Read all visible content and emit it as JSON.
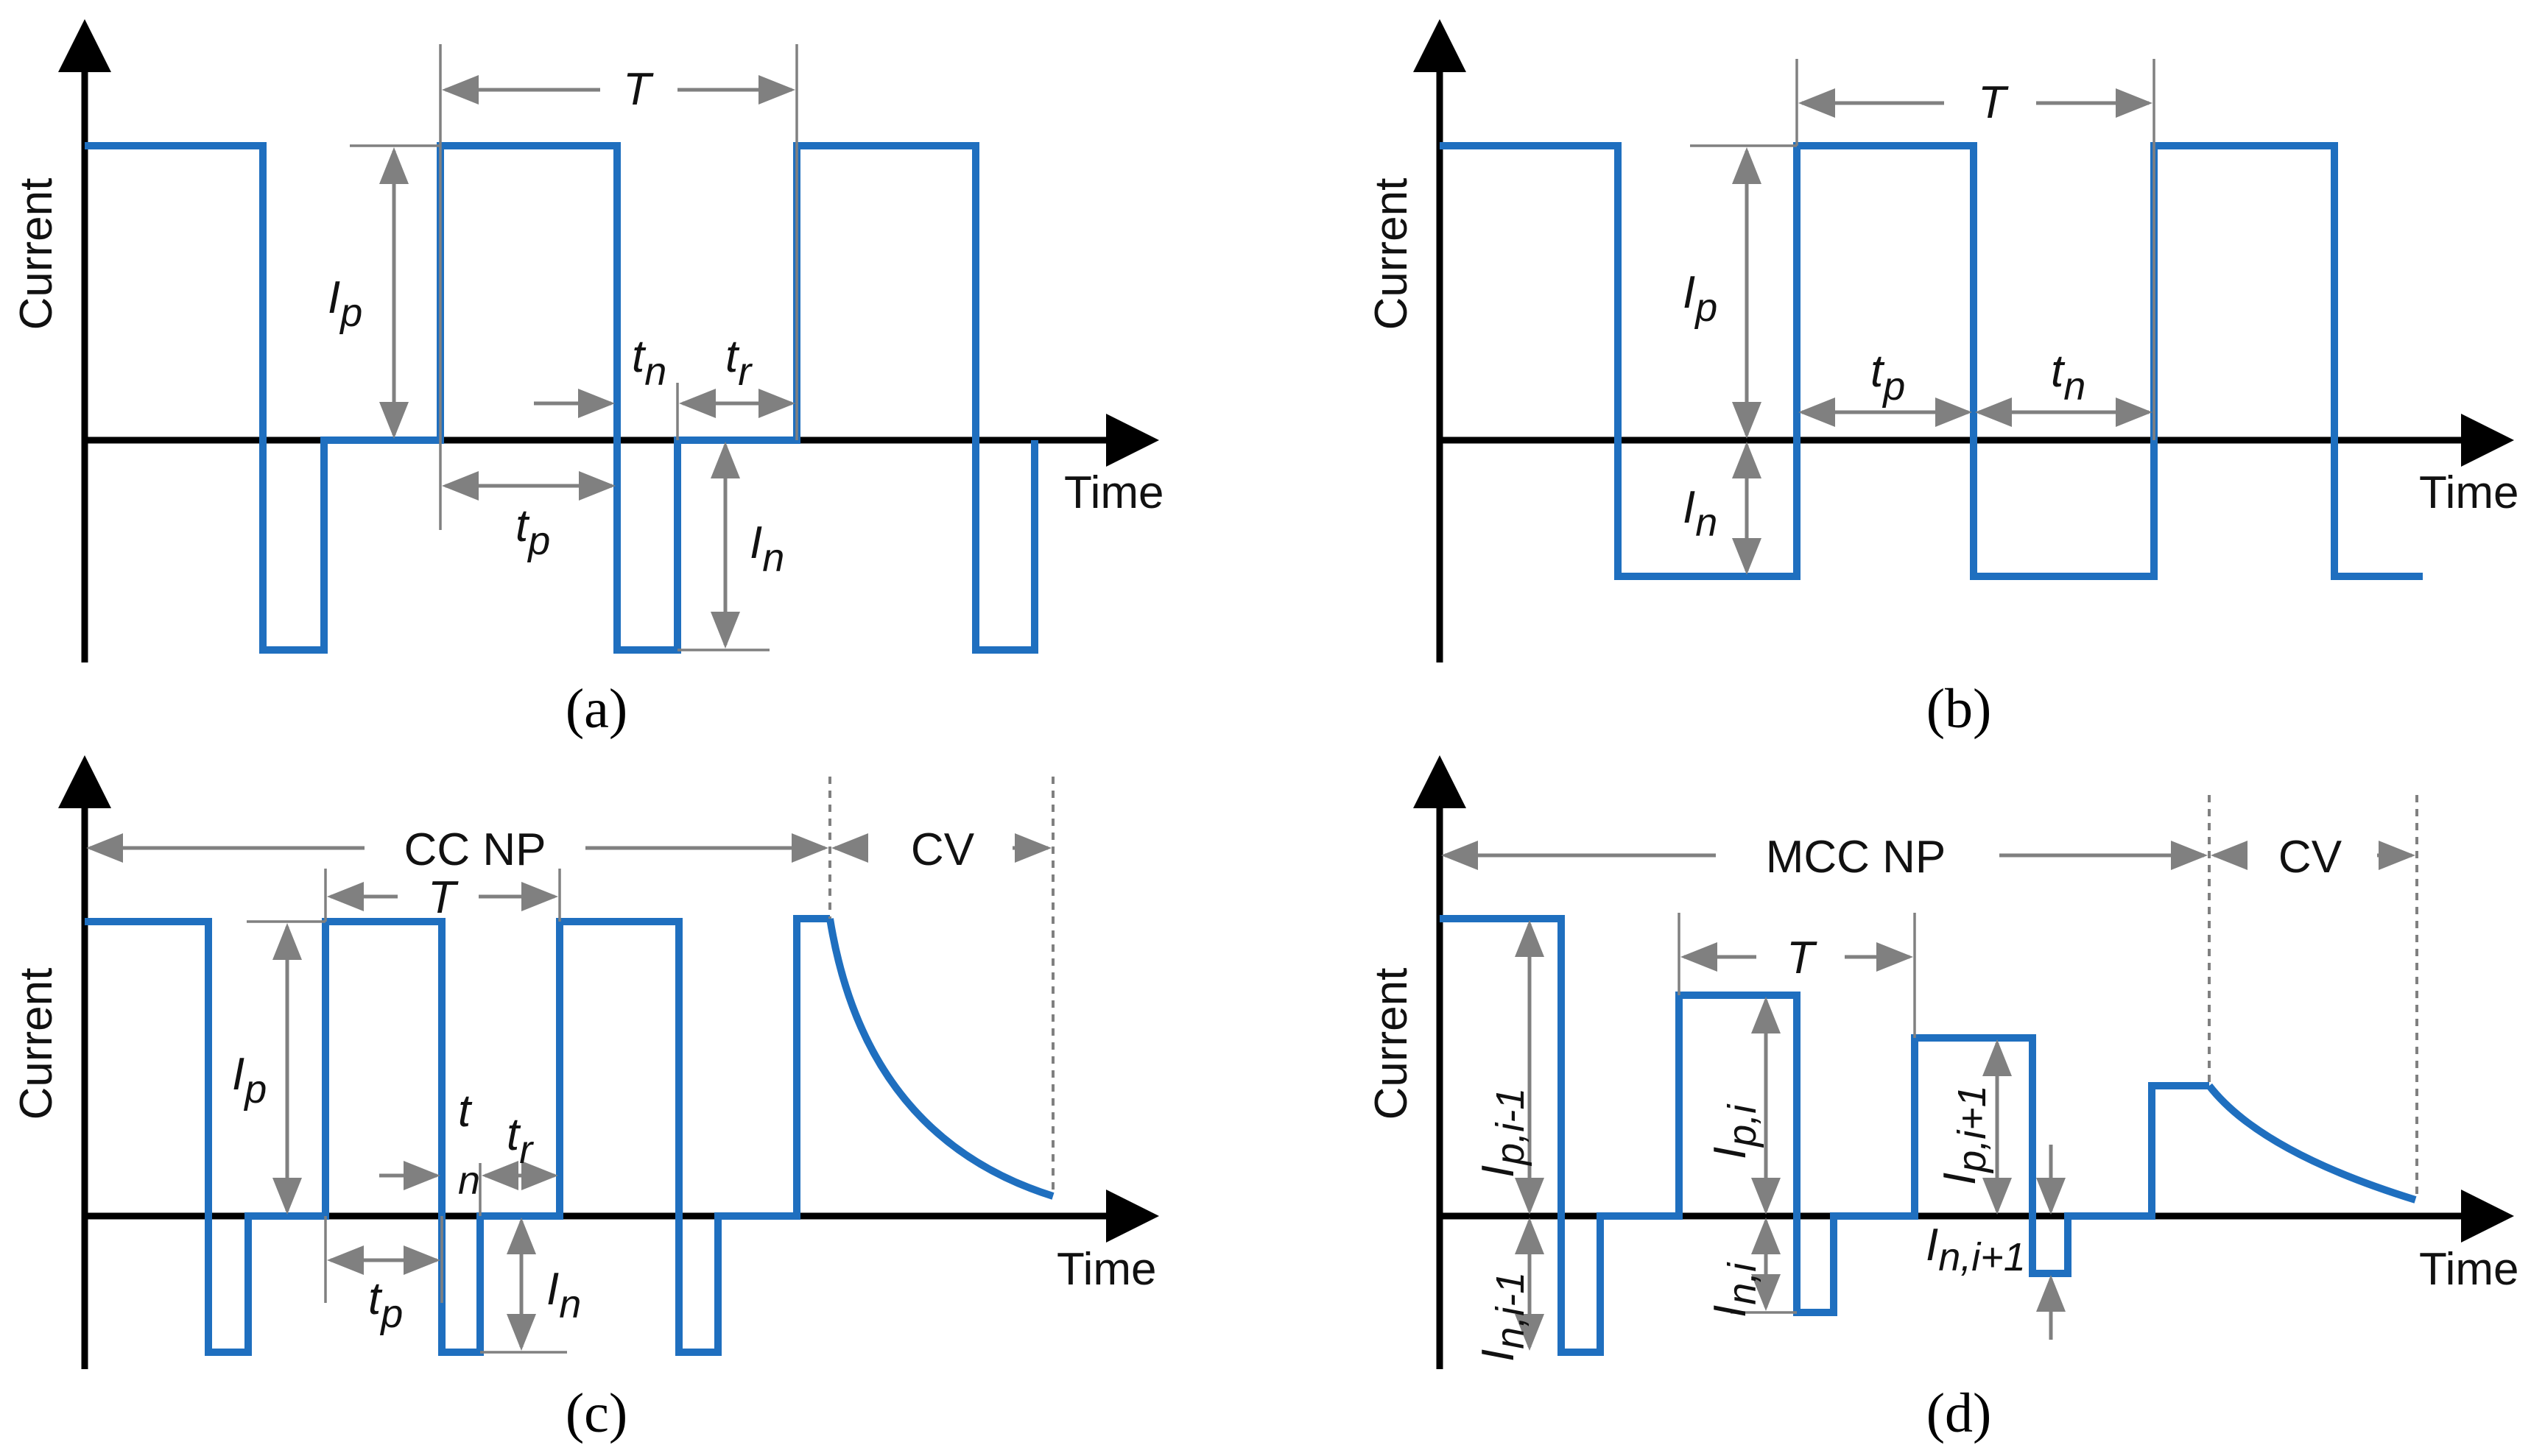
{
  "colors": {
    "waveform": "#1f6fbf",
    "axes": "#000000",
    "dimension": "#808080"
  },
  "panels": {
    "a": {
      "caption": "(a)",
      "ylabel": "Current",
      "xlabel": "Time",
      "T": "T",
      "Ip": "I",
      "Ip_sub": "p",
      "tn": "t",
      "tn_sub": "n",
      "tr": "t",
      "tr_sub": "r",
      "tp": "t",
      "tp_sub": "p",
      "In": "I",
      "In_sub": "n"
    },
    "b": {
      "caption": "(b)",
      "ylabel": "Current",
      "xlabel": "Time",
      "T": "T",
      "Ip": "I",
      "Ip_sub": "p",
      "tp": "t",
      "tp_sub": "p",
      "tn": "t",
      "tn_sub": "n",
      "In": "I",
      "In_sub": "n"
    },
    "c": {
      "caption": "(c)",
      "ylabel": "Current",
      "xlabel": "Time",
      "ccnp": "CC NP",
      "cv": "CV",
      "T": "T",
      "Ip": "I",
      "Ip_sub": "p",
      "t": "t",
      "n_sub": "n",
      "tr": "t",
      "tr_sub": "r",
      "tp": "t",
      "tp_sub": "p",
      "In": "I",
      "In_sub": "n"
    },
    "d": {
      "caption": "(d)",
      "ylabel": "Current",
      "xlabel": "Time",
      "mccnp": "MCC NP",
      "cv": "CV",
      "T": "T",
      "Ipi1": "I",
      "Ipi1_sub": "p,i-1",
      "Ipi": "I",
      "Ipi_sub": "p,i",
      "Ipi2": "I",
      "Ipi2_sub": "p,i+1",
      "Ini1": "I",
      "Ini1_sub": "n,i-1",
      "Ini": "I",
      "Ini_sub": "n,i",
      "Ini2": "I",
      "Ini2_sub": "n,i+1"
    }
  }
}
